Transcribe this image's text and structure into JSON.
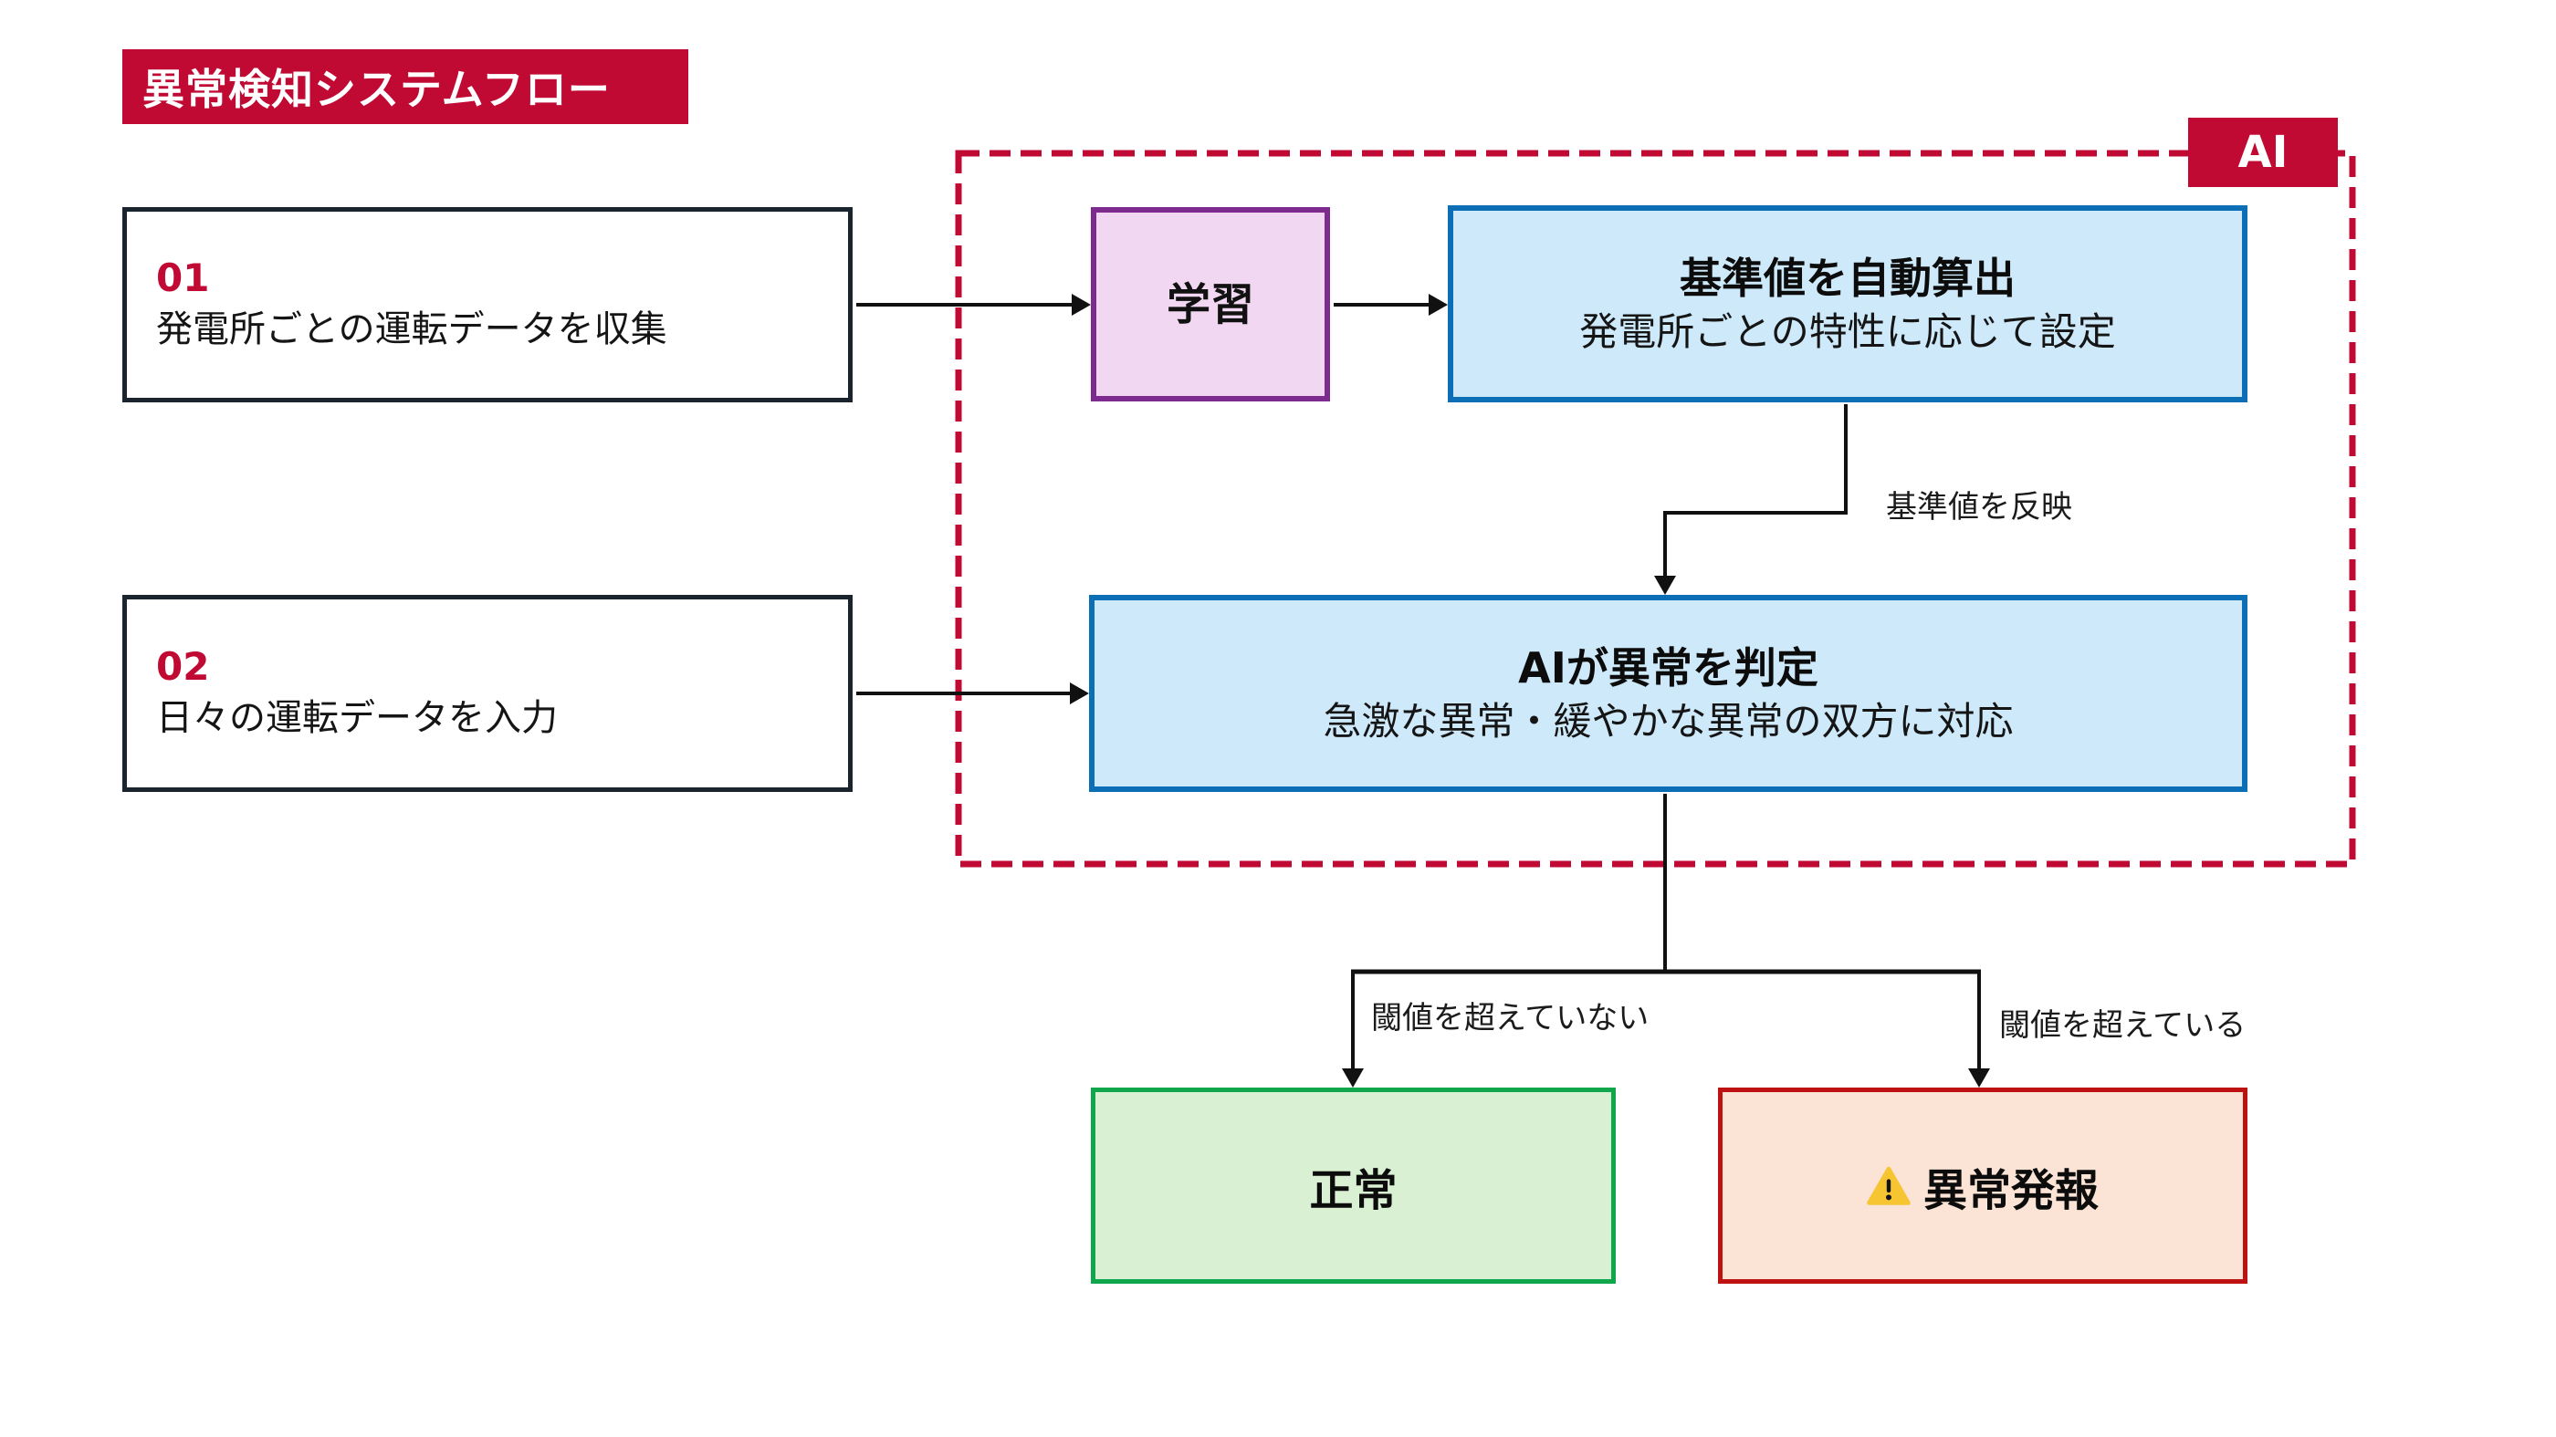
{
  "title": "異常検知システムフロー",
  "ai_region": {
    "label": "AI"
  },
  "steps": [
    {
      "number": "01",
      "text": "発電所ごとの運転データを収集"
    },
    {
      "number": "02",
      "text": "日々の運転データを入力"
    }
  ],
  "nodes": {
    "learning": {
      "label": "学習"
    },
    "baseline": {
      "title": "基準値を自動算出",
      "subtitle": "発電所ごとの特性に応じて設定"
    },
    "judgement": {
      "title": "AIが異常を判定",
      "subtitle": "急激な異常・緩やかな異常の双方に対応"
    },
    "normal": {
      "label": "正常"
    },
    "alert": {
      "label": "異常発報",
      "icon": "warning-icon"
    }
  },
  "edge_labels": {
    "reflect": "基準値を反映",
    "below_threshold": "閾値を超えていない",
    "above_threshold": "閾値を超えている"
  },
  "colors": {
    "accent_crimson": "#C00A33",
    "step_border": "#1A242F",
    "blue_border": "#0C6EB5",
    "blue_fill": "#CEE9F9",
    "purple_border": "#7D2B8E",
    "purple_fill": "#F2D7F2",
    "green_border": "#0FA64C",
    "green_fill": "#DAF0D3",
    "alert_border": "#BE1212",
    "alert_fill": "#FBE4D5",
    "connector": "#111111",
    "warning_yellow": "#F7C531"
  }
}
